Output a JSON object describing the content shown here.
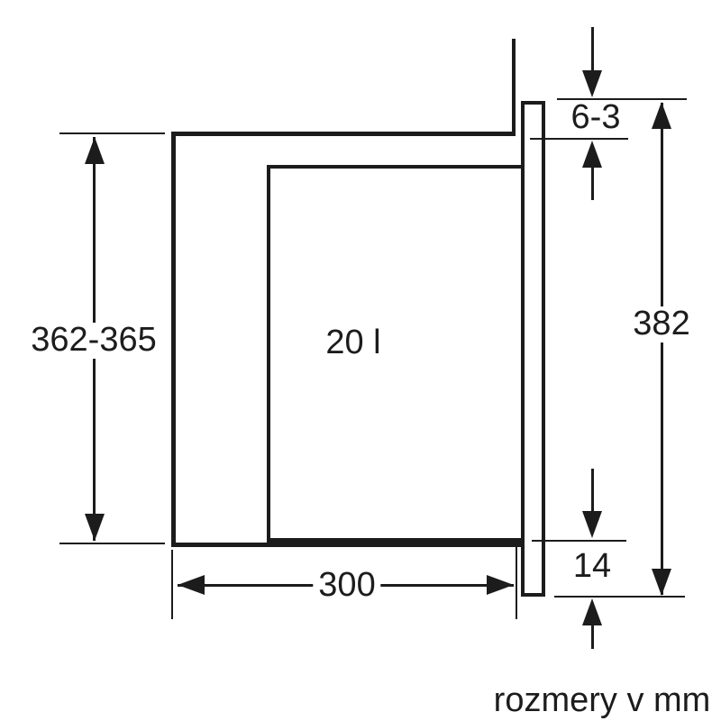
{
  "diagram": {
    "type": "technical-dimension-drawing",
    "labels": {
      "niche_height": "362-365",
      "capacity": "20 l",
      "top_gap": "6-3",
      "appliance_height": "382",
      "bottom_overhang": "14",
      "niche_depth": "300",
      "units_note": "rozmery v mm"
    },
    "colors": {
      "line": "#1c1c1c",
      "background": "#ffffff"
    }
  }
}
